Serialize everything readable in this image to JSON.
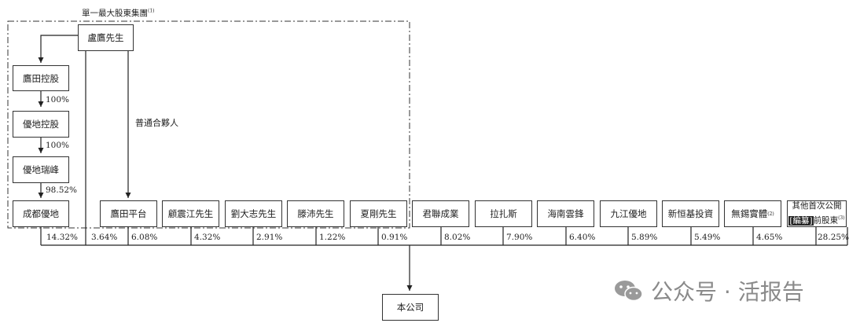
{
  "group_label": "單一最大股東集團",
  "group_note": "(1)",
  "top_person": "盧鷹先生",
  "chain": [
    {
      "name": "鷹田控股",
      "pct": "100%"
    },
    {
      "name": "優地控股",
      "pct": "100%"
    },
    {
      "name": "優地瑞峰",
      "pct": "98.52%"
    },
    {
      "name": "成都優地",
      "pct": ""
    }
  ],
  "gp_label": "普通合夥人",
  "shareholders": [
    {
      "name": "鷹田平台",
      "pct": "6.08%"
    },
    {
      "name": "顧震江先生",
      "pct": "4.32%"
    },
    {
      "name": "劉大志先生",
      "pct": "2.91%"
    },
    {
      "name": "滕沛先生",
      "pct": "1.22%"
    },
    {
      "name": "夏剛先生",
      "pct": "0.91%"
    },
    {
      "name": "君聯成業",
      "pct": "8.02%"
    },
    {
      "name": "拉扎斯",
      "pct": "7.90%"
    },
    {
      "name": "海南雲鋒",
      "pct": "6.40%"
    },
    {
      "name": "九江優地",
      "pct": "5.89%"
    },
    {
      "name": "新恒基投資",
      "pct": "5.49%"
    },
    {
      "name": "無錫實體",
      "note": "(2)",
      "pct": "4.65%"
    }
  ],
  "other": {
    "line1": "其他首次公開",
    "redacted": "[編纂]",
    "line2_rest": "前股東",
    "note": "(3)",
    "pct": "28.25%"
  },
  "chengdu_pct": "14.32%",
  "lu_pct": "3.64%",
  "company": "本公司",
  "watermark": "公众号 · 活报告"
}
